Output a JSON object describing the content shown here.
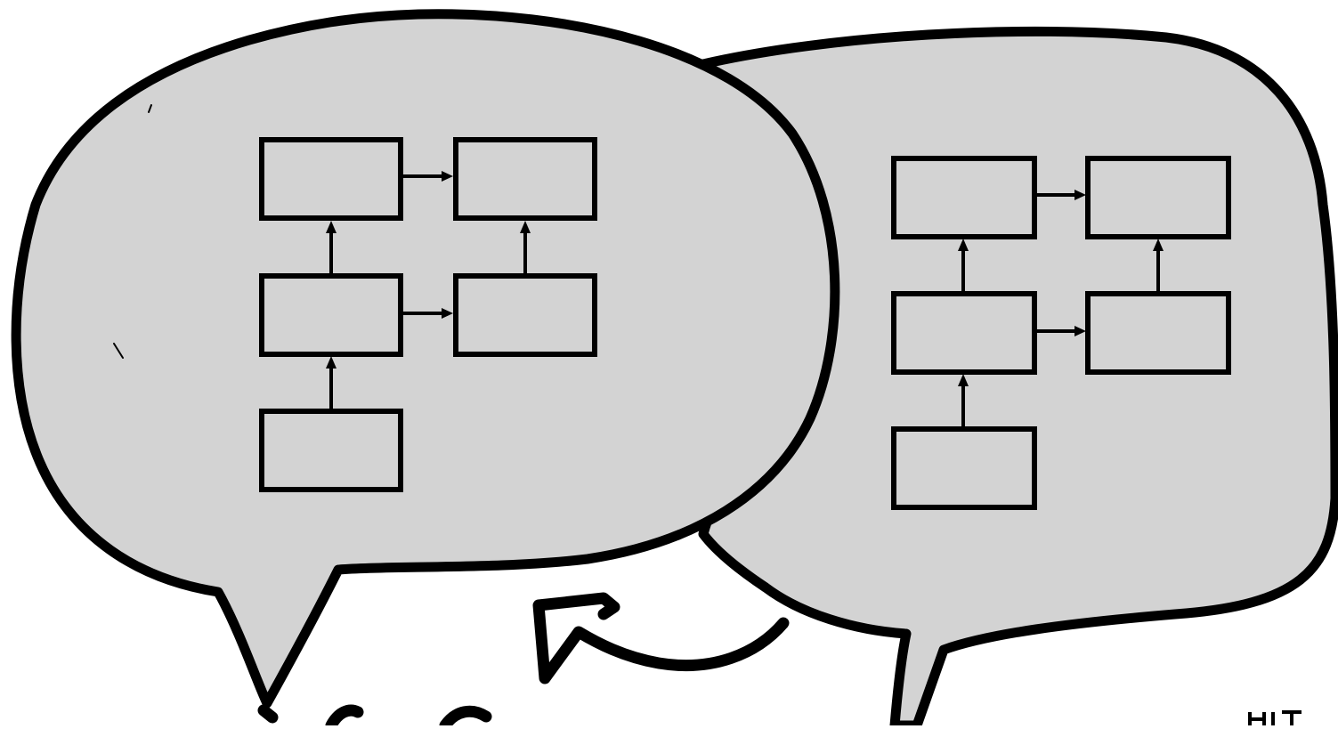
{
  "colors": {
    "bubble_fill": "#d3d3d3",
    "outline": "#000000",
    "background": "#ffffff"
  },
  "diagram": {
    "bubbles": [
      {
        "id": "left",
        "nodes": [
          "l-top-left",
          "l-top-right",
          "l-mid-left",
          "l-mid-right",
          "l-bottom"
        ],
        "edges": [
          {
            "from": "l-top-left",
            "to": "l-top-right"
          },
          {
            "from": "l-mid-left",
            "to": "l-top-left"
          },
          {
            "from": "l-mid-right",
            "to": "l-top-right"
          },
          {
            "from": "l-mid-left",
            "to": "l-mid-right"
          },
          {
            "from": "l-bottom",
            "to": "l-mid-left"
          }
        ]
      },
      {
        "id": "right",
        "nodes": [
          "r-top-left",
          "r-top-right",
          "r-mid-left",
          "r-mid-right",
          "r-bottom"
        ],
        "edges": [
          {
            "from": "r-top-left",
            "to": "r-top-right"
          },
          {
            "from": "r-mid-left",
            "to": "r-top-left"
          },
          {
            "from": "r-mid-right",
            "to": "r-top-right"
          },
          {
            "from": "r-mid-left",
            "to": "r-mid-right"
          },
          {
            "from": "r-bottom",
            "to": "r-mid-left"
          }
        ]
      }
    ],
    "icons": [
      "speech-bubble-icon",
      "curved-arrow-icon"
    ]
  }
}
